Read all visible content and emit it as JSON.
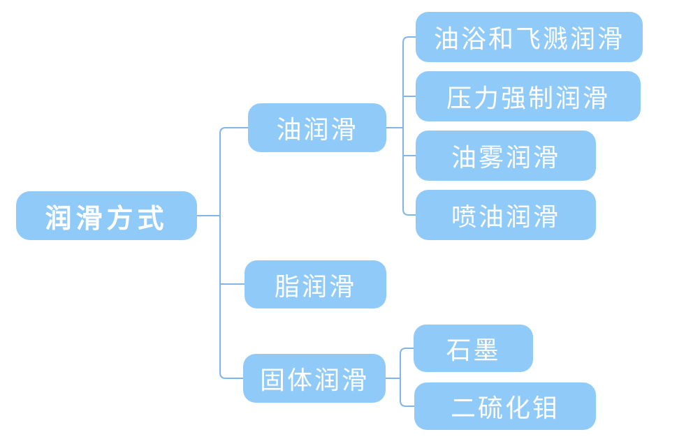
{
  "colors": {
    "node_fill": "#90CAF9",
    "node_text": "#ffffff",
    "connector": "#7EB6EA",
    "canvas_bg": "#ffffff"
  },
  "mindmap": {
    "root": {
      "label": "润滑方式"
    },
    "branches": [
      {
        "label": "油润滑",
        "children": [
          {
            "label": "油浴和飞溅润滑"
          },
          {
            "label": "压力强制润滑"
          },
          {
            "label": "油雾润滑"
          },
          {
            "label": "喷油润滑"
          }
        ]
      },
      {
        "label": "脂润滑",
        "children": []
      },
      {
        "label": "固体润滑",
        "children": [
          {
            "label": "石墨"
          },
          {
            "label": "二硫化钼"
          }
        ]
      }
    ]
  }
}
